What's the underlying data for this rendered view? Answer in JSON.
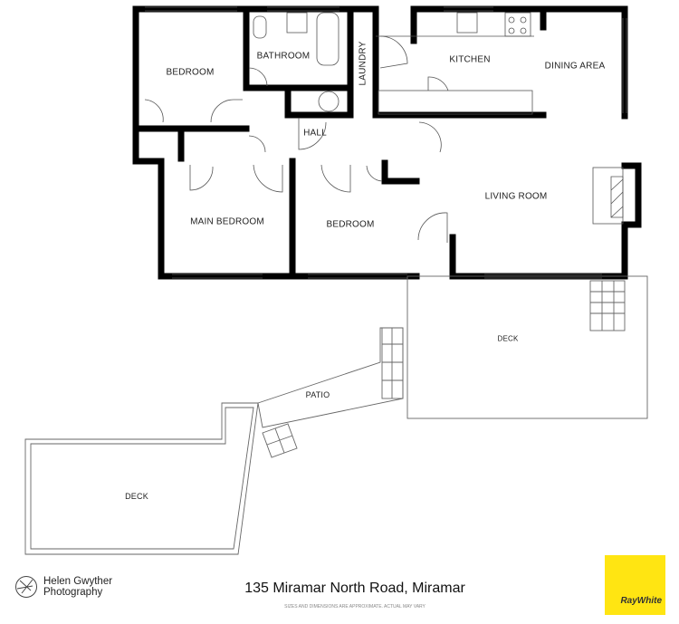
{
  "rooms": {
    "bedroom_1": "BEDROOM",
    "bathroom": "BATHROOM",
    "laundry": "LAUNDRY",
    "kitchen": "KITCHEN",
    "dining": "DINING AREA",
    "hall": "HALL",
    "living": "LIVING ROOM",
    "main_bedroom": "MAIN BEDROOM",
    "bedroom_2": "BEDROOM",
    "deck_right": "DECK",
    "patio": "PATIO",
    "deck_left": "DECK"
  },
  "footer": {
    "address": "135 Miramar North Road, Miramar",
    "disclaimer": "SIZES AND DIMENSIONS ARE APPROXIMATE. ACTUAL MAY VARY",
    "photographer_line1": "Helen Gwyther",
    "photographer_line2": "Photography",
    "agency": "RayWhite",
    "agency_color": "#ffe512"
  }
}
